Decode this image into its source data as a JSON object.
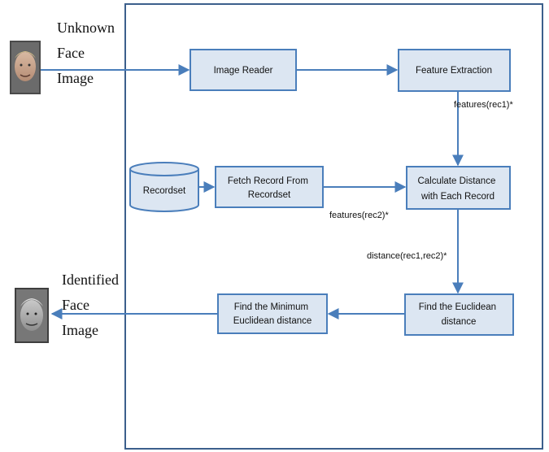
{
  "unknown_face": {
    "label_lines": [
      "Unknown",
      "Face",
      "Image"
    ]
  },
  "identified_face": {
    "label_lines": [
      "Identified",
      "Face",
      "Image"
    ]
  },
  "nodes": {
    "image_reader": {
      "lines": [
        "Image Reader"
      ]
    },
    "feature_extraction": {
      "lines": [
        "Feature Extraction"
      ]
    },
    "recordset": {
      "lines": [
        "Recordset"
      ]
    },
    "fetch_record": {
      "lines": [
        "Fetch Record From",
        "Recordset"
      ]
    },
    "calc_distance": {
      "lines": [
        "Calculate Distance",
        "with Each Record"
      ]
    },
    "find_euclidean": {
      "lines": [
        "Find the Euclidean",
        "distance"
      ]
    },
    "find_minimum": {
      "lines": [
        "Find the Minimum",
        "Euclidean distance"
      ]
    }
  },
  "edge_labels": {
    "features_rec1": "features(rec1)*",
    "features_rec2": "features(rec2)*",
    "distance_rec1_rec2": "distance(rec1,rec2)*"
  },
  "colors": {
    "box_fill": "#dce6f2",
    "box_stroke": "#4a7ebb",
    "arrow": "#4a7ebb",
    "frame": "#3c5f8c"
  }
}
